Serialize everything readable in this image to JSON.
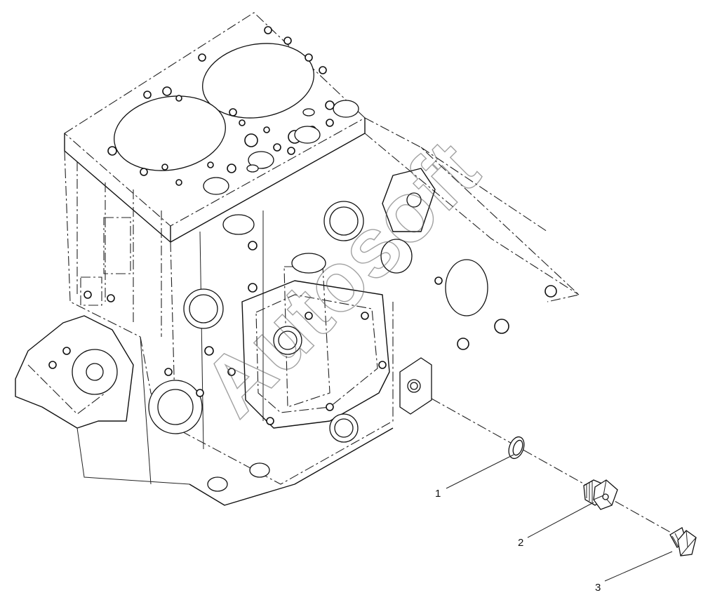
{
  "watermark": "Autosoft",
  "callouts": [
    {
      "id": "1",
      "label": "1",
      "part": "washer"
    },
    {
      "id": "2",
      "label": "2",
      "part": "threaded-plug"
    },
    {
      "id": "3",
      "label": "3",
      "part": "square-head-plug"
    }
  ],
  "colors": {
    "line": "#111111",
    "background": "#ffffff"
  }
}
